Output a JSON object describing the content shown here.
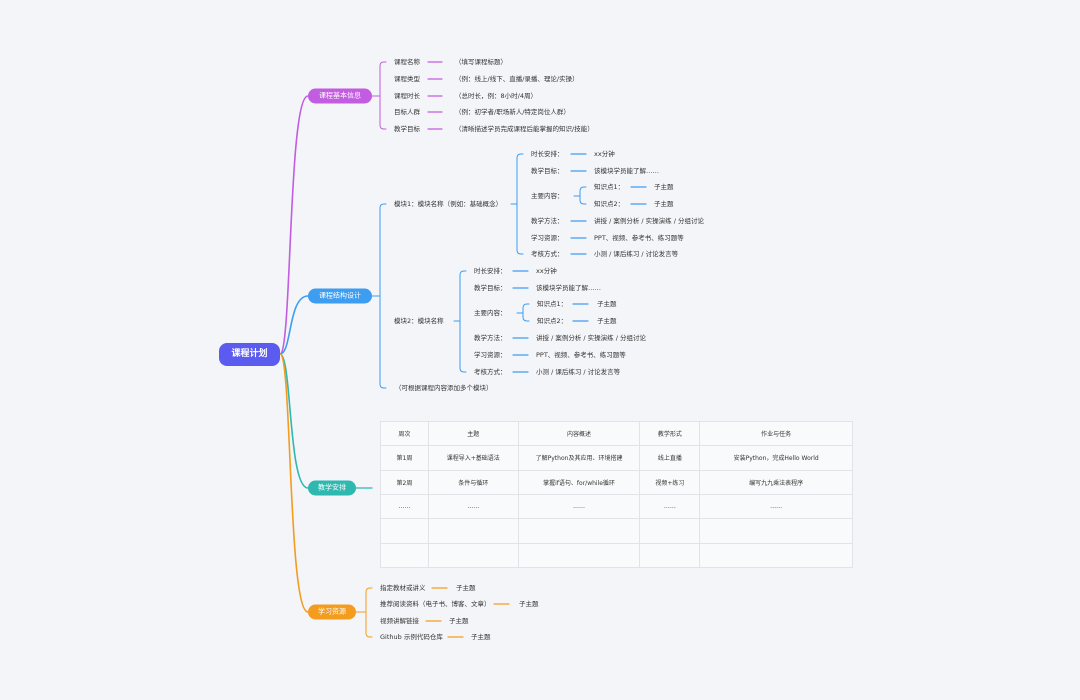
{
  "root": {
    "label": "课程计划"
  },
  "colors": {
    "root": "#5b5bf0",
    "basic": "#c25ce0",
    "structure": "#3d9df0",
    "schedule": "#2eb8b0",
    "resources": "#f39c1e"
  },
  "branches": {
    "basic": {
      "label": "课程基本信息",
      "items": [
        {
          "label": "课程名称",
          "value": "（填写课程标题）"
        },
        {
          "label": "课程类型",
          "value": "（例：线上/线下、直播/录播、理论/实操）"
        },
        {
          "label": "课程时长",
          "value": "（总时长，例：8小时/4周）"
        },
        {
          "label": "目标人群",
          "value": "（例：初学者/职场新人/特定岗位人群）"
        },
        {
          "label": "教学目标",
          "value": "（清晰描述学员完成课程后能掌握的知识/技能）"
        }
      ]
    },
    "structure": {
      "label": "课程结构设计",
      "note": "（可根据课程内容添加多个模块）",
      "modules": [
        {
          "label": "模块1：模块名称（例如：基础概念）",
          "rows": [
            {
              "label": "时长安排：",
              "value": "xx分钟"
            },
            {
              "label": "教学目标：",
              "value": "该模块学员能了解……"
            },
            {
              "label": "主要内容：",
              "subs": [
                {
                  "label": "知识点1：",
                  "value": "子主题"
                },
                {
                  "label": "知识点2：",
                  "value": "子主题"
                }
              ]
            },
            {
              "label": "教学方法：",
              "value": "讲授 / 案例分析 / 实操演练 / 分组讨论"
            },
            {
              "label": "学习资源：",
              "value": "PPT、视频、参考书、练习题等"
            },
            {
              "label": "考核方式：",
              "value": "小测 / 课后练习 / 讨论发言等"
            }
          ]
        },
        {
          "label": "模块2：模块名称",
          "rows": [
            {
              "label": "时长安排：",
              "value": "xx分钟"
            },
            {
              "label": "教学目标：",
              "value": "该模块学员能了解……"
            },
            {
              "label": "主要内容：",
              "subs": [
                {
                  "label": "知识点1：",
                  "value": "子主题"
                },
                {
                  "label": "知识点2：",
                  "value": "子主题"
                }
              ]
            },
            {
              "label": "教学方法：",
              "value": "讲授 / 案例分析 / 实操演练 / 分组讨论"
            },
            {
              "label": "学习资源：",
              "value": "PPT、视频、参考书、练习题等"
            },
            {
              "label": "考核方式：",
              "value": "小测 / 课后练习 / 讨论发言等"
            }
          ]
        }
      ]
    },
    "schedule": {
      "label": "教学安排",
      "table": {
        "headers": [
          "周次",
          "主题",
          "内容概述",
          "教学形式",
          "作业与任务"
        ],
        "rows": [
          [
            "第1周",
            "课程导入+基础语法",
            "了解Python及其应用、环境搭建",
            "线上直播",
            "安装Python，完成Hello World"
          ],
          [
            "第2周",
            "条件与循环",
            "掌握if语句、for/while循环",
            "视频+练习",
            "编写九九乘法表程序"
          ],
          [
            "……",
            "……",
            "……",
            "……",
            "……"
          ],
          [
            "",
            "",
            "",
            "",
            ""
          ],
          [
            "",
            "",
            "",
            "",
            ""
          ]
        ]
      }
    },
    "resources": {
      "label": "学习资源",
      "items": [
        {
          "label": "指定教材或讲义",
          "value": "子主题"
        },
        {
          "label": "推荐阅读资料（电子书、博客、文章）",
          "value": "子主题"
        },
        {
          "label": "视频讲解链接",
          "value": "子主题"
        },
        {
          "label": "Github 示例代码仓库",
          "value": "子主题"
        }
      ]
    }
  }
}
